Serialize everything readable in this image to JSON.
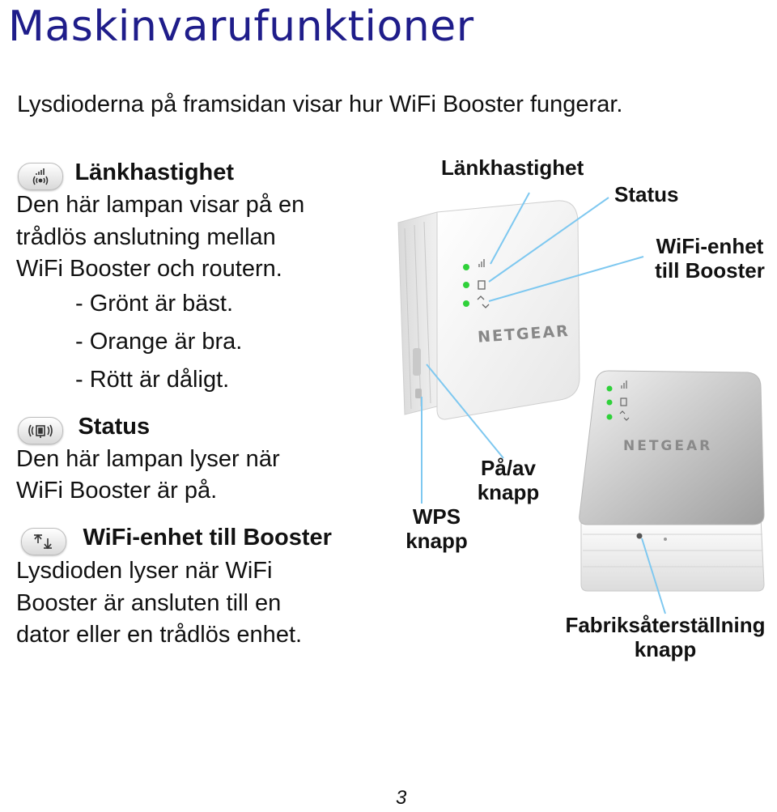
{
  "page": {
    "title": "Maskinvarufunktioner",
    "intro": "Lysdioderna på framsidan visar hur WiFi Booster fungerar.",
    "page_number": "3"
  },
  "sections": {
    "link": {
      "icon": "link-speed-icon",
      "heading": "Länkhastighet",
      "lines": [
        "Den här lampan visar på en",
        "trådlös anslutning mellan",
        "WiFi Booster och routern."
      ],
      "bullets": [
        "- Grönt är bäst.",
        "- Orange är bra.",
        "- Rött är dåligt."
      ]
    },
    "status": {
      "icon": "status-icon",
      "heading": "Status",
      "lines": [
        "Den här lampan lyser när",
        "WiFi Booster är på."
      ]
    },
    "device": {
      "icon": "device-to-booster-icon",
      "heading": "WiFi-enhet till Booster",
      "lines": [
        "Lysdioden lyser när WiFi",
        "Booster är ansluten till en",
        "dator eller en trådlös enhet."
      ]
    }
  },
  "callouts": {
    "link": "Länkhastighet",
    "status": "Status",
    "device_line1": "WiFi-enhet",
    "device_line2": "till Booster",
    "power_line1": "På/av",
    "power_line2": "knapp",
    "wps_line1": "WPS",
    "wps_line2": "knapp",
    "reset_line1": "Fabriksåterställning",
    "reset_line2": "knapp"
  },
  "product": {
    "brand": "NETGEAR",
    "led_color": "#2fd13a"
  }
}
